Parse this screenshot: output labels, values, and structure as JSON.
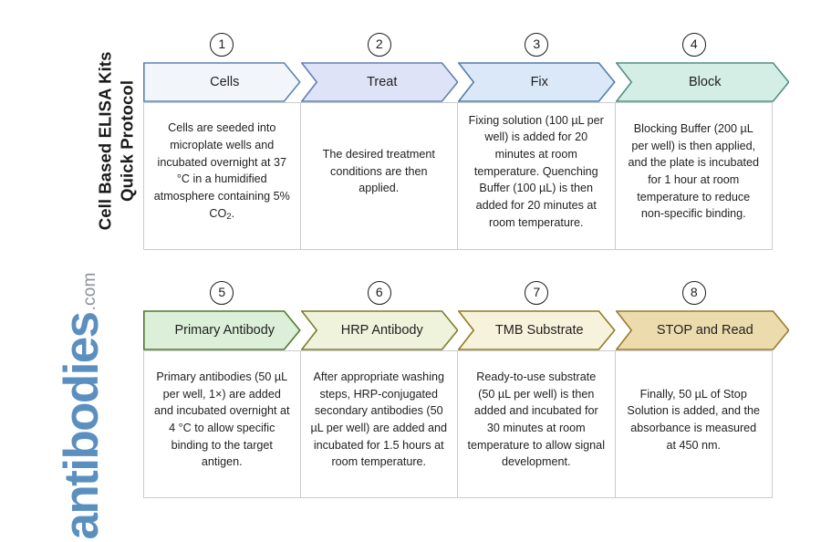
{
  "title_lines": [
    "Cell Based ELISA Kits",
    "Quick Protocol"
  ],
  "logo": {
    "name": "antibodies",
    "suffix": ".com",
    "color": "#5b8fc0",
    "suffix_color": "#8d9398"
  },
  "rows": [
    {
      "id": "row-1",
      "steps": [
        {
          "number": "1",
          "label": "Cells",
          "fill": "#f2f6fb",
          "stroke": "#5b83b0",
          "body": "Cells are seeded into microplate wells and incubated overnight at 37 °C in a humidified atmosphere containing 5% CO₂."
        },
        {
          "number": "2",
          "label": "Treat",
          "fill": "#dfe3f7",
          "stroke": "#5f7fb3",
          "body": "The desired treatment conditions are then applied."
        },
        {
          "number": "3",
          "label": "Fix",
          "fill": "#dbe8f8",
          "stroke": "#4e7fa8",
          "body": "Fixing solution (100 µL per well) is added for 20 minutes at room temperature. Quenching Buffer (100 µL) is then added for 20 minutes at room temperature."
        },
        {
          "number": "4",
          "label": "Block",
          "fill": "#d4eee6",
          "stroke": "#4e8f84",
          "body": "Blocking Buffer (200 µL per well) is then applied, and the plate is incubated for 1 hour at room temperature to reduce non-specific binding."
        }
      ]
    },
    {
      "id": "row-2",
      "steps": [
        {
          "number": "5",
          "label": "Primary Antibody",
          "fill": "#dcefd9",
          "stroke": "#53792f",
          "body": "Primary antibodies (50 µL per well, 1×) are added and incubated overnight at 4 °C to allow specific binding to the target antigen."
        },
        {
          "number": "6",
          "label": "HRP Antibody",
          "fill": "#eff3dc",
          "stroke": "#7d7d2a",
          "body": "After appropriate washing steps, HRP-conjugated secondary antibodies (50 µL per well) are added and incubated for 1.5 hours at room temperature."
        },
        {
          "number": "7",
          "label": "TMB Substrate",
          "fill": "#f7f2db",
          "stroke": "#927a23",
          "body": "Ready-to-use substrate (50 µL per well) is then added and incubated for 30 minutes at room temperature to allow signal development."
        },
        {
          "number": "8",
          "label": "STOP and Read",
          "fill": "#ecdcad",
          "stroke": "#9a7a2c",
          "body": "Finally, 50 µL of Stop Solution is added, and the absorbance is measured at 450 nm."
        }
      ]
    }
  ]
}
